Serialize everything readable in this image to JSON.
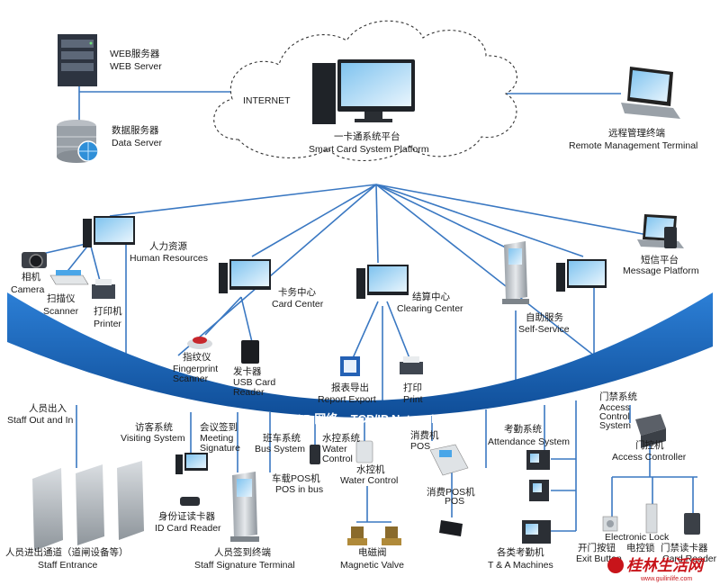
{
  "nodes": {
    "web_server": {
      "cn": "WEB服务器",
      "en": "WEB Server"
    },
    "data_server": {
      "cn": "数据服务器",
      "en": "Data Server"
    },
    "internet": "INTERNET",
    "platform": {
      "cn": "一卡通系统平台",
      "en": "Smart Card System Platform"
    },
    "remote": {
      "cn": "远程管理终端",
      "en": "Remote Management Terminal"
    },
    "hr": {
      "cn": "人力资源",
      "en": "Human Resources"
    },
    "camera": {
      "cn": "相机",
      "en": "Camera"
    },
    "scanner": {
      "cn": "扫描仪",
      "en": "Scanner"
    },
    "printer": {
      "cn": "打印机",
      "en": "Printer"
    },
    "card_center": {
      "cn": "卡务中心",
      "en": "Card Center"
    },
    "clearing": {
      "cn": "结算中心",
      "en": "Clearing Center"
    },
    "self_service": {
      "cn": "自助服务",
      "en": "Self-Service"
    },
    "message": {
      "cn": "短信平台",
      "en": "Message Platform"
    },
    "fingerprint": {
      "cn": "指纹仪",
      "en1": "Fingerprint",
      "en2": "Scanner"
    },
    "usb_reader": {
      "cn": "发卡器",
      "en1": "USB Card",
      "en2": "Reader"
    },
    "report": {
      "cn": "报表导出",
      "en": "Report Export"
    },
    "print": {
      "cn": "打印",
      "en": "Print"
    },
    "staff_out": {
      "cn": "人员出入",
      "en": "Staff Out and In"
    },
    "visiting": {
      "cn": "访客系统",
      "en": "Visiting System"
    },
    "meeting": {
      "cn": "会议签到",
      "en1": "Meeting",
      "en2": "Signature"
    },
    "bus": {
      "cn": "班车系统",
      "en": "Bus System"
    },
    "water": {
      "cn": "水控系统",
      "en1": "Water",
      "en2": "Control"
    },
    "pos": {
      "cn": "消费机",
      "en": "POS"
    },
    "attendance": {
      "cn": "考勤系统",
      "en": "Attendance System"
    },
    "access": {
      "cn": "门禁系统",
      "en1": "Access",
      "en2": "Control",
      "en3": "System"
    },
    "access_ctrl": {
      "cn": "门控机",
      "en": "Access Controller"
    },
    "id_reader": {
      "cn": "身份证读卡器",
      "en": "ID Card Reader"
    },
    "bus_pos": {
      "cn": "车载POS机",
      "en": "POS in bus"
    },
    "water_ctrl": {
      "cn": "水控机",
      "en": "Water Control"
    },
    "pos_machine": {
      "cn": "消费POS机",
      "en": "POS"
    },
    "staff_entrance": {
      "cn": "人员进出通道（道闸设备等）",
      "en": "Staff Entrance"
    },
    "staff_sign": {
      "cn": "人员签到终端",
      "en": "Staff Signature Terminal"
    },
    "valve": {
      "cn": "电磁阀",
      "en": "Magnetic Valve"
    },
    "ta_machines": {
      "cn": "各类考勤机",
      "en": "T & A Machines"
    },
    "exit_btn": {
      "cn": "开门按钮",
      "en": "Exit Button"
    },
    "lock": {
      "cn": "电控锁",
      "en": "Electronic Lock"
    },
    "door_reader": {
      "cn": "门禁读卡器",
      "en": "Card Reader"
    }
  },
  "network_label": "TCP/IP 网络    TCP/IP Network",
  "watermark": {
    "main": "桂林生活网",
    "sub": "www.guilinlife.com"
  },
  "colors": {
    "arc": "#1a62b3",
    "line": "#3a78c2",
    "dark_line": "#2c3e6a"
  }
}
